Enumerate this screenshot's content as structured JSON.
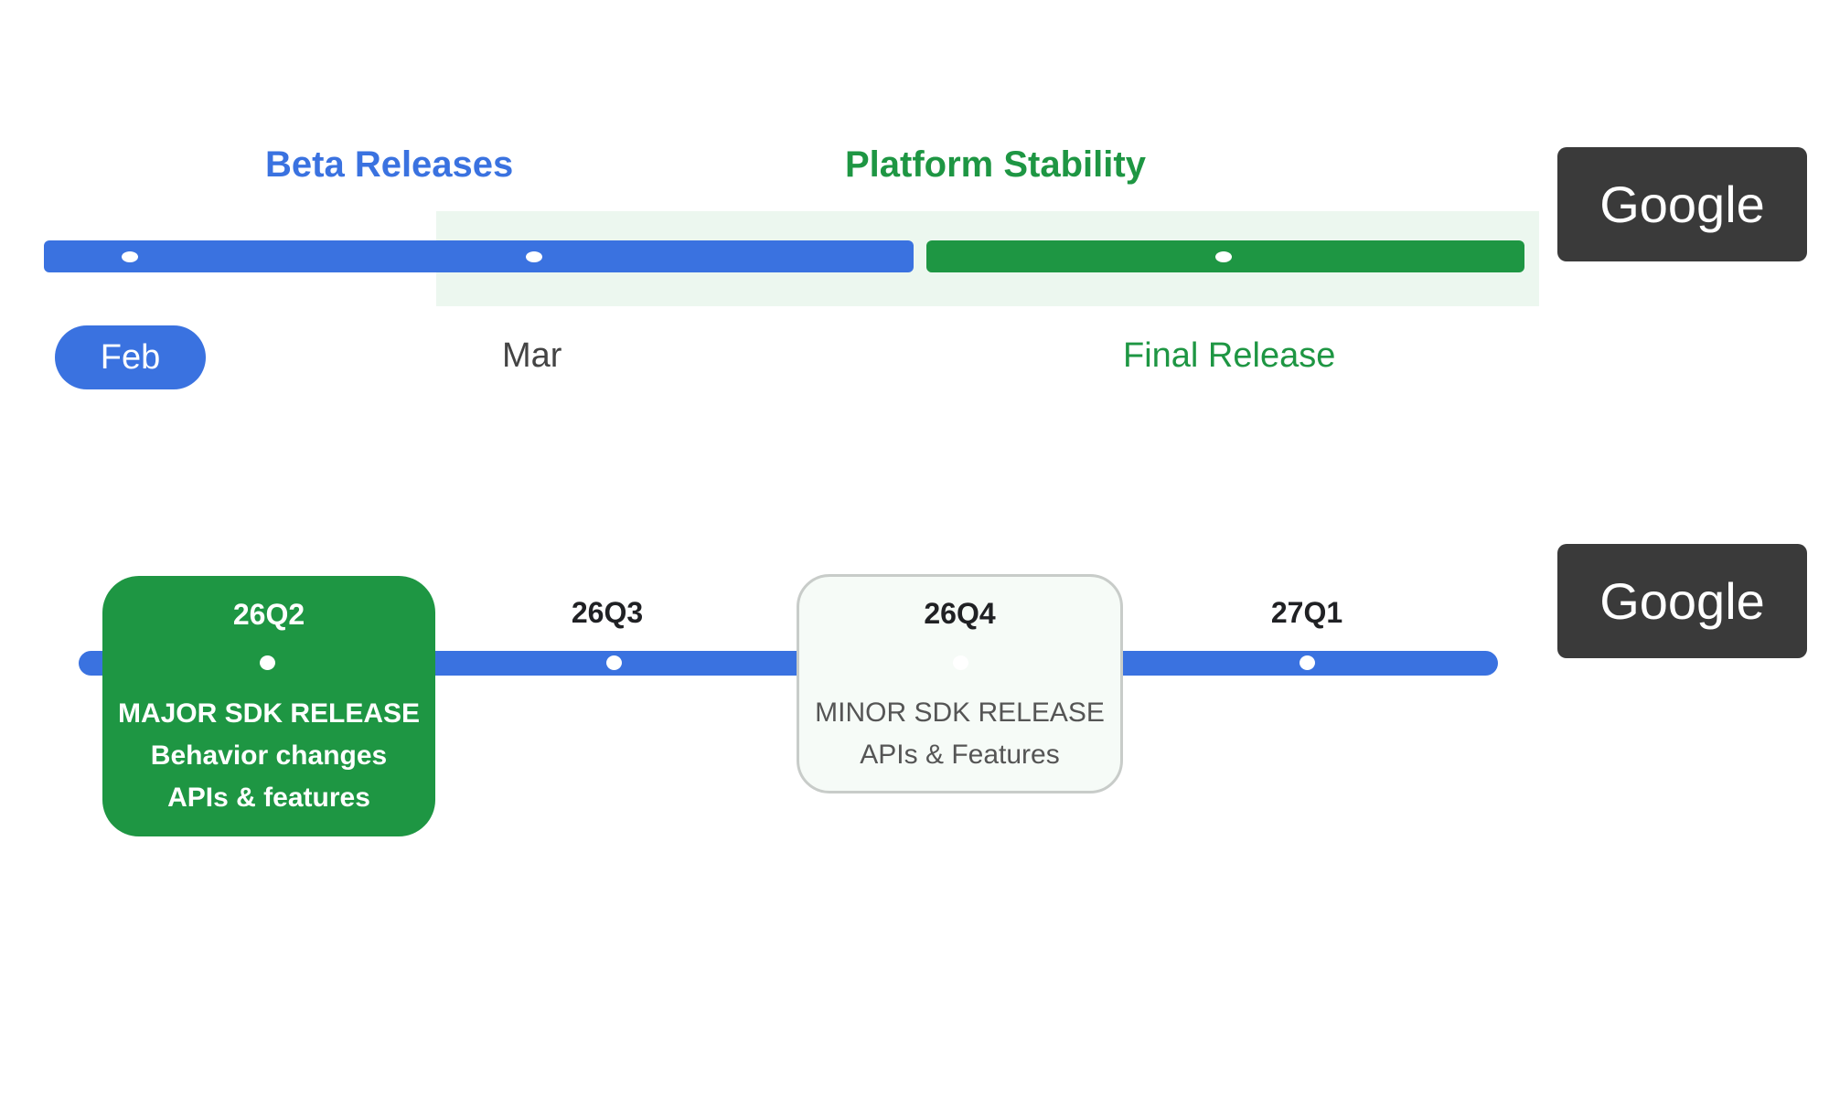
{
  "colors": {
    "blue": "#3a72e0",
    "green": "#1e9643",
    "dark_badge": "#3a3a3a"
  },
  "top_timeline": {
    "beta_label": "Beta Releases",
    "stability_label": "Platform Stability",
    "feb": "Feb",
    "mar": "Mar",
    "final": "Final Release",
    "badge": "Google"
  },
  "bottom_timeline": {
    "major": {
      "quarter": "26Q2",
      "line1": "MAJOR SDK RELEASE",
      "line2": "Behavior changes",
      "line3": "APIs & features"
    },
    "q3": "26Q3",
    "minor": {
      "quarter": "26Q4",
      "line1": "MINOR SDK RELEASE",
      "line2": "APIs & Features"
    },
    "q1": "27Q1",
    "badge": "Google"
  }
}
